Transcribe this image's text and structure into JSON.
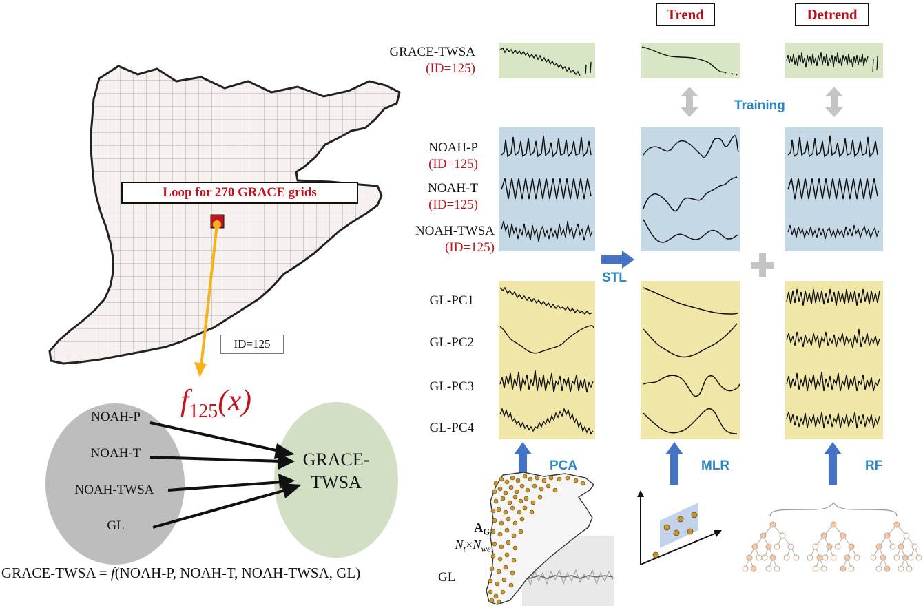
{
  "headers": {
    "trend": "Trend",
    "detrend": "Detrend"
  },
  "grace": {
    "label": "GRACE-TWSA",
    "id": "(ID=125)"
  },
  "noah": [
    {
      "label": "NOAH-P",
      "id": "(ID=125)"
    },
    {
      "label": "NOAH-T",
      "id": "(ID=125)"
    },
    {
      "label": "NOAH-TWSA",
      "id": "(ID=125)"
    }
  ],
  "gl_pcs": [
    "GL-PC1",
    "GL-PC2",
    "GL-PC3",
    "GL-PC4"
  ],
  "steps": {
    "training": "Training",
    "stl": "STL",
    "pca": "PCA",
    "mlr": "MLR",
    "rf": "RF"
  },
  "map": {
    "loop_label": "Loop for 270 GRACE grids",
    "id_label": "ID=125"
  },
  "function_label": {
    "f": "f",
    "sub": "125",
    "arg": "(x)"
  },
  "oval_inputs": [
    "NOAH-P",
    "NOAH-T",
    "NOAH-TWSA",
    "GL"
  ],
  "oval_output": [
    "GRACE-",
    "TWSA"
  ],
  "formula": {
    "lhs": "GRACE-TWSA = ",
    "f": "f",
    "args": "(NOAH-P, NOAH-T, NOAH-TWSA, GL)"
  },
  "gl_matrix": {
    "symbol": "A",
    "sub": "GL",
    "dims": "N",
    "dims_t": "t",
    "times": "×",
    "dims_n": "N",
    "dims_well": "well",
    "gl": "GL"
  },
  "colors": {
    "red": "#c0141e",
    "blue_label": "#2e86c1",
    "arrow_blue": "#4472c4",
    "arrow_orange": "#f5b21b",
    "gray_oval": "#bdbdbd",
    "green_oval": "#d2dfc4"
  }
}
